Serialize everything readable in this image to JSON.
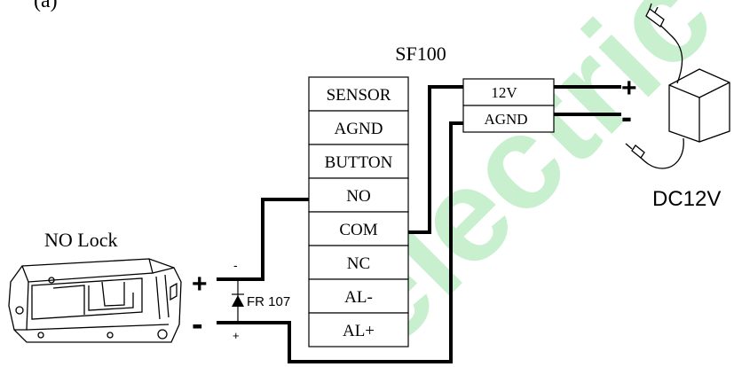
{
  "figure_label": "(a)",
  "controller": {
    "title": "SF100",
    "terminals": [
      "SENSOR",
      "AGND",
      "BUTTON",
      "NO",
      "COM",
      "NC",
      "AL-",
      "AL+"
    ]
  },
  "power_terminals": [
    "12V",
    "AGND"
  ],
  "power_supply": {
    "label": "DC12V",
    "plus": "+",
    "minus": "-"
  },
  "lock": {
    "label": "NO Lock",
    "plus": "+",
    "minus": "-"
  },
  "diode": {
    "label": "FR 107",
    "minus_mark": "-",
    "plus_mark": "+"
  },
  "watermark": {
    "text": "electric",
    "color": "#c8f0cf"
  }
}
